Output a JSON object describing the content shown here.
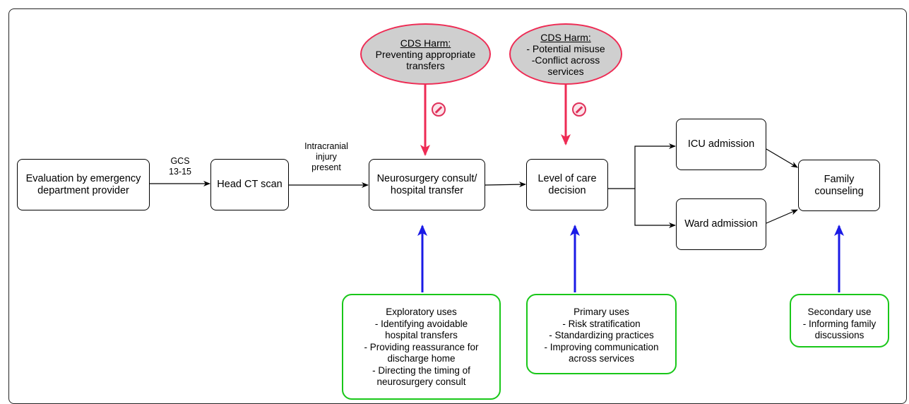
{
  "nodes": {
    "evaluation": [
      "Evaluation by emergency",
      "department provider"
    ],
    "head_ct": [
      "Head CT scan"
    ],
    "neurosurgery": [
      "Neurosurgery consult/",
      "hospital transfer"
    ],
    "level_of_care": [
      "Level of care",
      "decision"
    ],
    "icu": [
      "ICU admission"
    ],
    "ward": [
      "Ward admission"
    ],
    "family": [
      "Family",
      "counseling"
    ]
  },
  "edge_labels": {
    "gcs": [
      "GCS",
      "13-15"
    ],
    "intracranial": [
      "Intracranial",
      "injury",
      "present"
    ]
  },
  "harms": {
    "transfers": {
      "title": "CDS Harm:",
      "lines": [
        "Preventing appropriate",
        "transfers"
      ]
    },
    "misuse": {
      "title": "CDS Harm:",
      "lines": [
        "- Potential misuse",
        "-Conflict across",
        "services"
      ]
    }
  },
  "uses": {
    "exploratory": [
      "Exploratory uses",
      "- Identifying avoidable",
      "hospital  transfers",
      "- Providing reassurance for",
      "discharge home",
      "- Directing the timing of",
      "neurosurgery consult"
    ],
    "primary": [
      "Primary uses",
      "- Risk stratification",
      "- Standardizing practices",
      "- Improving communication",
      "across services"
    ],
    "secondary": [
      "Secondary use",
      "- Informing family",
      "discussions"
    ]
  },
  "colors": {
    "harm_arrow": "#ee2b54",
    "use_arrow": "#1a1ae6",
    "use_border": "#19c719",
    "harm_fill": "#cfcfcf"
  }
}
